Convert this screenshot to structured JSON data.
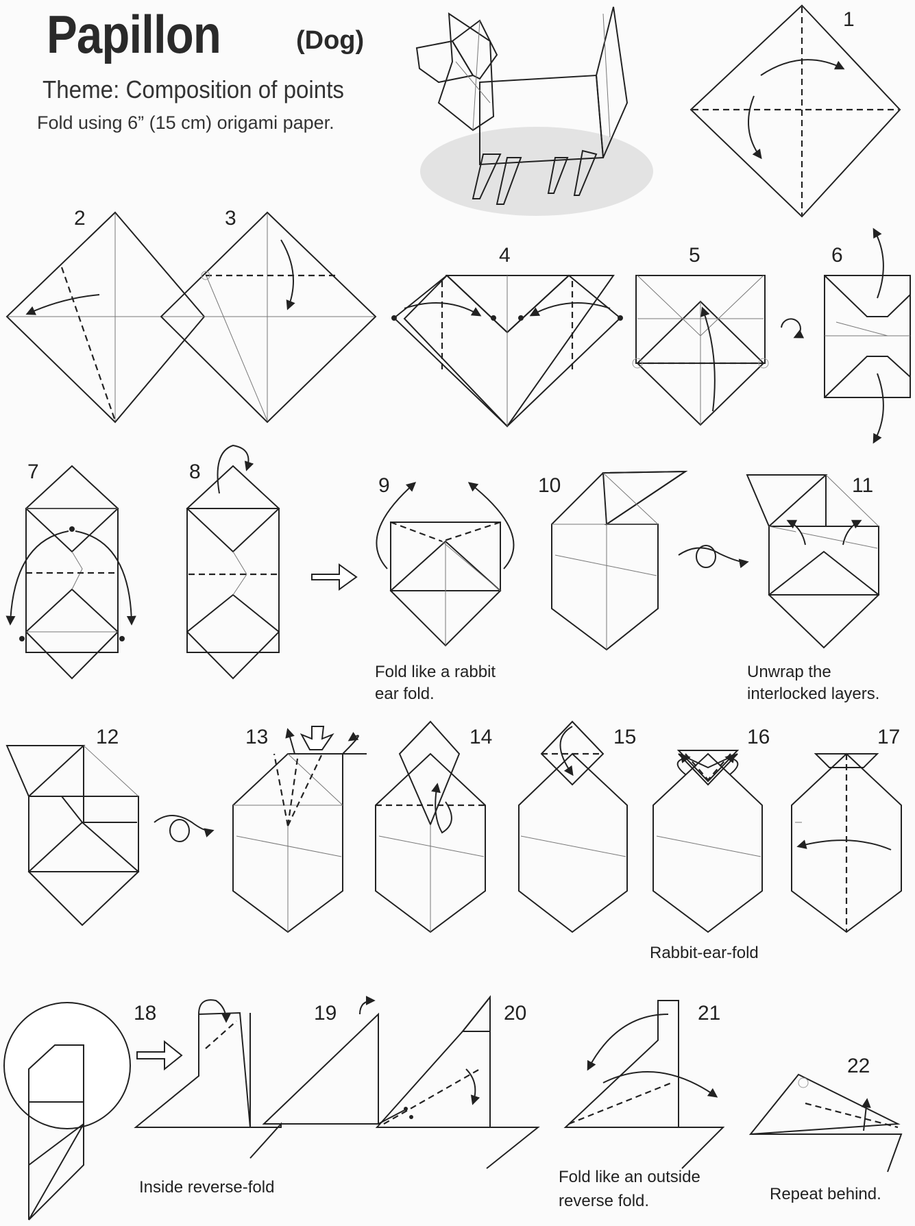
{
  "header": {
    "title": "Papillon",
    "subtitle": "(Dog)",
    "theme": "Theme: Composition of points",
    "instruction": "Fold using 6” (15 cm) origami paper."
  },
  "steps": [
    {
      "number": "1"
    },
    {
      "number": "2"
    },
    {
      "number": "3"
    },
    {
      "number": "4"
    },
    {
      "number": "5"
    },
    {
      "number": "6"
    },
    {
      "number": "7"
    },
    {
      "number": "8"
    },
    {
      "number": "9"
    },
    {
      "number": "10"
    },
    {
      "number": "11"
    },
    {
      "number": "12"
    },
    {
      "number": "13"
    },
    {
      "number": "14"
    },
    {
      "number": "15"
    },
    {
      "number": "16"
    },
    {
      "number": "17"
    },
    {
      "number": "18"
    },
    {
      "number": "19"
    },
    {
      "number": "20"
    },
    {
      "number": "21"
    },
    {
      "number": "22"
    }
  ],
  "captions": {
    "step9_line1": "Fold like a rabbit",
    "step9_line2": "ear fold.",
    "step11_line1": "Unwrap the",
    "step11_line2": "interlocked layers.",
    "step16": "Rabbit-ear-fold",
    "step18": "Inside reverse-fold",
    "step21_line1": "Fold like an outside",
    "step21_line2": "reverse fold.",
    "step22": "Repeat behind."
  },
  "colors": {
    "paper_color": "#3f8f99",
    "paper_back": "#ffffff",
    "line": "#222222"
  }
}
